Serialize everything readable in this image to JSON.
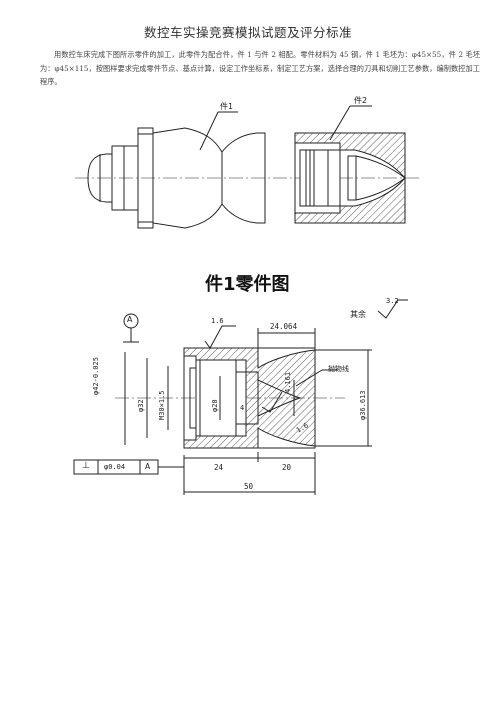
{
  "page": {
    "title": "数控车实操竞赛模拟试题及评分标准",
    "intro": "用数控车床完成下图所示零件的加工，此零件为配合件，件 1 与件 2 相配。零件材料为 45 钢，件 1 毛坯为：φ45×55，件 2 毛坯为：φ45×115，按图样要求完成零件节点、基点计算，设定工作坐标系，制定工艺方案，选择合理的刀具和切削工艺参数，编制数控加工程序。"
  },
  "assembly": {
    "label_part1": "件1",
    "label_part2": "件2"
  },
  "part_drawing": {
    "caption": "件1零件图",
    "datum_label": "A",
    "roughness_top": "1.6",
    "roughness_cone": "1.6",
    "roughness_rest_label": "其余",
    "roughness_rest_value": "3.2",
    "dim_length_top": "24.064",
    "dim_diameter_outer": "φ42-0.025",
    "dim_diameter_32": "φ32",
    "dim_thread": "M30×1.5",
    "dim_diameter_20": "φ20",
    "dim_4": "4",
    "dim_4161": "4.161",
    "dim_diameter_right": "φ36.613",
    "dim_parabola": "抛物线",
    "dim_24": "24",
    "dim_20": "20",
    "dim_50": "50",
    "tolerance_symbol": "⊥",
    "tolerance_value": "φ0.04",
    "tolerance_datum": "A"
  }
}
